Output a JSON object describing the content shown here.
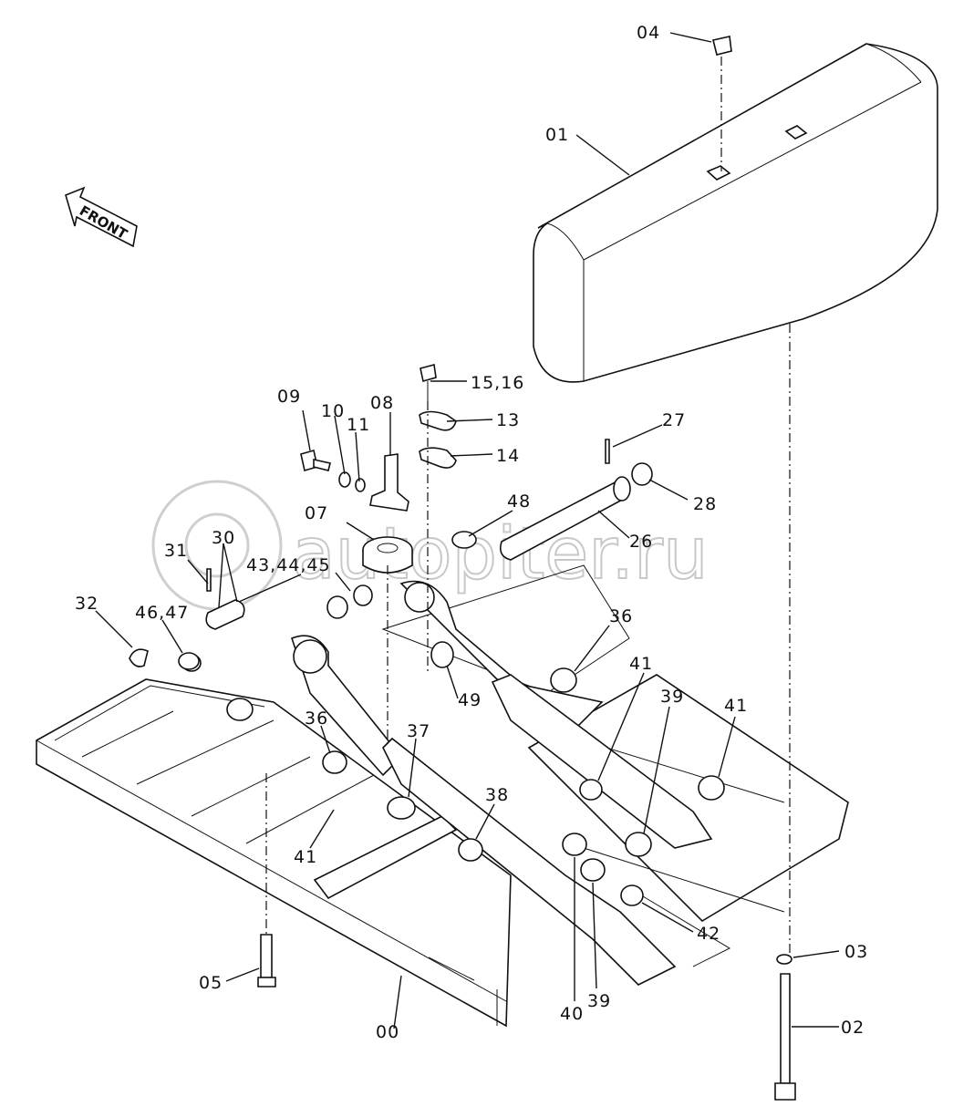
{
  "diagram": {
    "front_label": "FRONT",
    "watermark": "autopiter.ru",
    "callouts": {
      "c00": "00",
      "c01": "01",
      "c02": "02",
      "c03": "03",
      "c04": "04",
      "c05": "05",
      "c07": "07",
      "c08": "08",
      "c09": "09",
      "c10": "10",
      "c11": "11",
      "c13": "13",
      "c14": "14",
      "c15_16": "15,16",
      "c26": "26",
      "c27": "27",
      "c28": "28",
      "c30": "30",
      "c31": "31",
      "c32": "32",
      "c36a": "36",
      "c36b": "36",
      "c37": "37",
      "c38": "38",
      "c39a": "39",
      "c39b": "39",
      "c40": "40",
      "c41a": "41",
      "c41b": "41",
      "c41c": "41",
      "c42": "42",
      "c43_44_45": "43,44,45",
      "c46_47": "46,47",
      "c48": "48",
      "c49": "49"
    }
  }
}
